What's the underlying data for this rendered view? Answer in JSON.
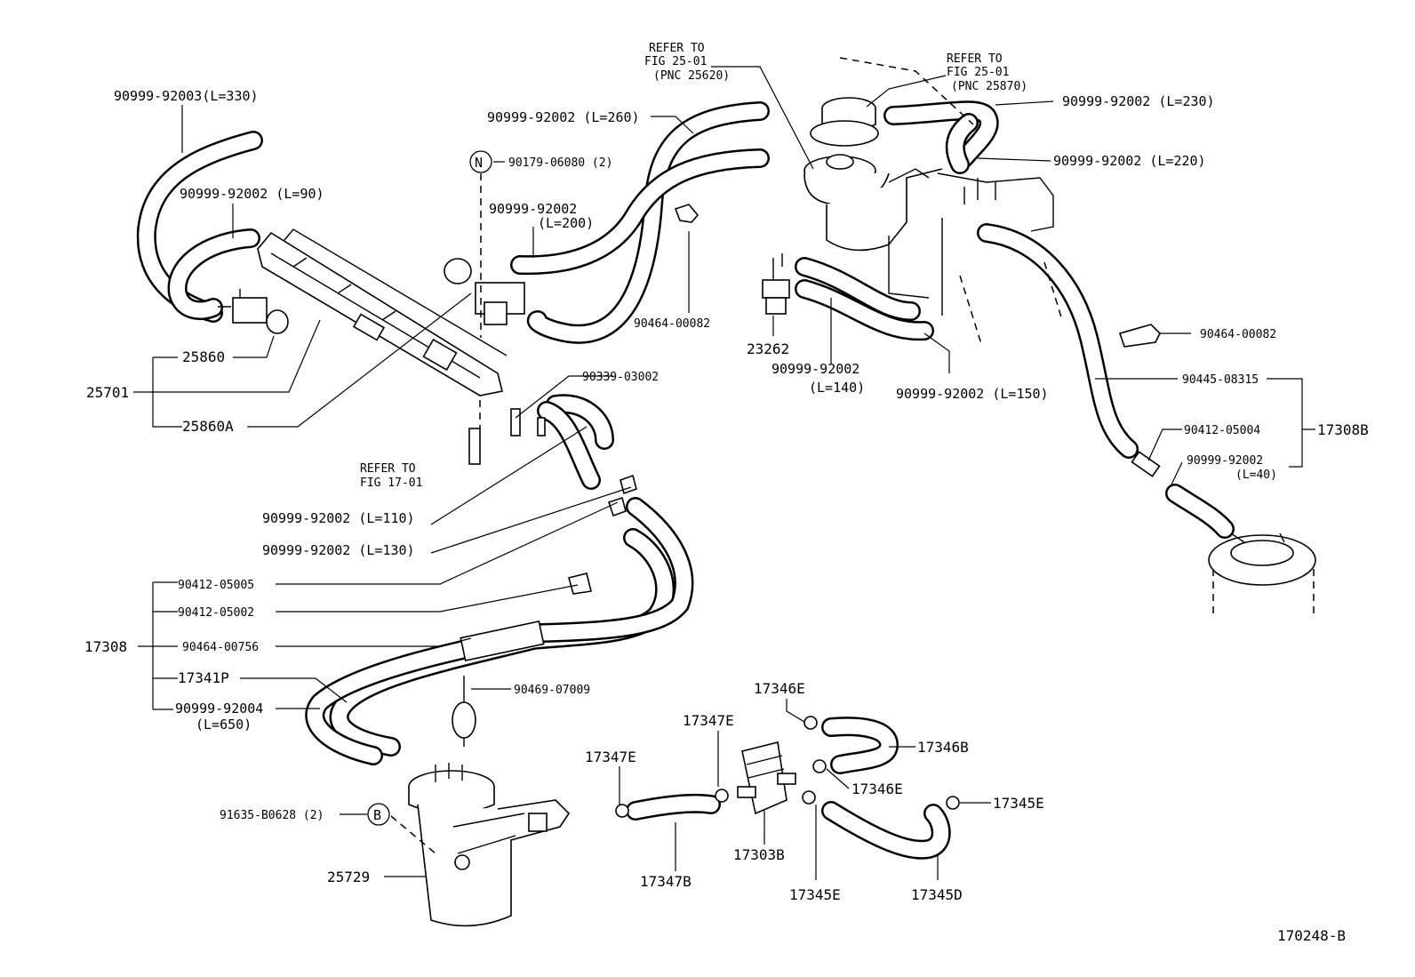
{
  "labels": {
    "p_90999_92003_330": "90999-92003(L=330)",
    "p_90999_92002_90": "90999-92002 (L=90)",
    "p_25860": "25860",
    "p_25701": "25701",
    "p_25860A": "25860A",
    "p_N_circle": "N",
    "p_90179_06080": "90179-06080 (2)",
    "p_90999_92002_260": "90999-92002 (L=260)",
    "p_90999_92002_200a": "90999-92002",
    "p_90999_92002_200b": "(L=200)",
    "p_90464_00082_mid": "90464-00082",
    "p_refer_fig25_a1": "REFER TO",
    "p_refer_fig25_a2": "FIG 25-01",
    "p_refer_fig25_a3": "(PNC 25620)",
    "p_refer_fig25_b1": "REFER TO",
    "p_refer_fig25_b2": "FIG 25-01",
    "p_refer_fig25_b3": "(PNC 25870)",
    "p_90999_92002_230": "90999-92002 (L=230)",
    "p_90999_92002_220": "90999-92002  (L=220)",
    "p_23262": "23262",
    "p_90999_92002_140a": "90999-92002",
    "p_90999_92002_140b": "(L=140)",
    "p_90999_92002_150": "90999-92002  (L=150)",
    "p_90464_00082_right": "90464-00082",
    "p_90445_08315": "90445-08315",
    "p_90412_05004": "90412-05004",
    "p_17308B": "17308B",
    "p_90999_92002_40a": "90999-92002",
    "p_90999_92002_40b": "(L=40)",
    "p_90339_03002": "90339-03002",
    "p_refer_fig17_1": "REFER TO",
    "p_refer_fig17_2": "FIG 17-01",
    "p_90999_92002_110": "90999-92002 (L=110)",
    "p_90999_92002_130": "90999-92002 (L=130)",
    "p_90412_05005": "90412-05005",
    "p_90412_05002": "90412-05002",
    "p_17308": "17308",
    "p_90464_00756": "90464-00756",
    "p_17341P": "17341P",
    "p_90999_92004_a": "90999-92004",
    "p_90999_92004_b": "(L=650)",
    "p_90469_07009": "90469-07009",
    "p_91635_B0628": "91635-B0628 (2)",
    "p_B_circle": "B",
    "p_25729": "25729",
    "p_17346E_top": "17346E",
    "p_17347E_mid": "17347E",
    "p_17347E_left": "17347E",
    "p_17346B": "17346B",
    "p_17346E_right": "17346E",
    "p_17345E_right": "17345E",
    "p_17347B": "17347B",
    "p_17303B": "17303B",
    "p_17345E_bottom": "17345E",
    "p_17345D": "17345D",
    "p_figure_code": "170248-B"
  }
}
